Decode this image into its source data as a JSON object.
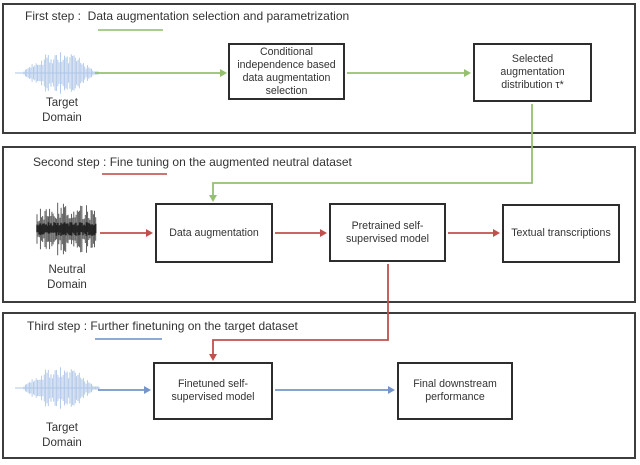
{
  "figure": {
    "steps": [
      {
        "header": "First step :  Data augmentation selection and parametrization",
        "accent": "#94c06f",
        "source": {
          "icon": "audio-waveform-icon",
          "label": [
            "Target",
            "Domain"
          ]
        },
        "boxes": [
          {
            "lines": [
              "Conditional",
              "independence based",
              "data augmentation",
              "selection"
            ]
          },
          {
            "lines": [
              "Selected",
              "augmentation",
              "distribution τ*"
            ]
          }
        ]
      },
      {
        "header": "Second step : Fine tuning on the augmented neutral dataset",
        "accent": "#c0504d",
        "source": {
          "icon": "audio-waveform-icon",
          "label": [
            "Neutral",
            "Domain"
          ]
        },
        "boxes": [
          {
            "lines": [
              "Data augmentation"
            ]
          },
          {
            "lines": [
              "Pretrained self-",
              "supervised model"
            ]
          },
          {
            "lines": [
              "Textual transcriptions"
            ]
          }
        ]
      },
      {
        "header": "Third step : Further finetuning on the target dataset",
        "accent": "#7495cc",
        "source": {
          "icon": "audio-waveform-icon",
          "label": [
            "Target",
            "Domain"
          ]
        },
        "boxes": [
          {
            "lines": [
              "Finetuned self-",
              "supervised model"
            ]
          },
          {
            "lines": [
              "Final downstream",
              "performance"
            ]
          }
        ]
      }
    ],
    "colors": {
      "step1_accent": "#94c06f",
      "step2_accent": "#c0504d",
      "step3_accent": "#7495cc",
      "waveform_light": "#aec6e8",
      "waveform_dark": "#2e2e2e",
      "panel_border": "#3d3d3d",
      "box_border": "#2d2d2d",
      "text": "#333333",
      "background": "#ffffff"
    }
  }
}
